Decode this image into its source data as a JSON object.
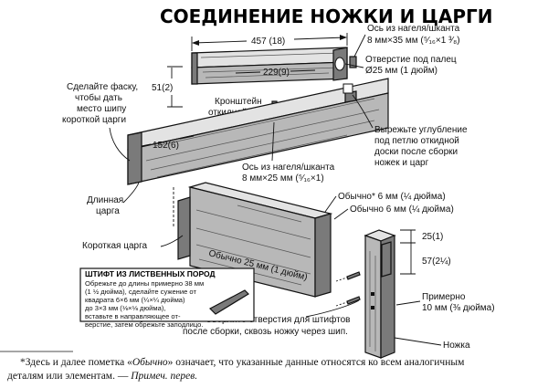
{
  "title": "СОЕДИНЕНИЕ НОЖКИ И ЦАРГИ",
  "labels": {
    "dim_457": "457 (18)",
    "dowel_axis_top_1": "Ось из нагеля/шканта",
    "dowel_axis_top_2": "8 мм×35 мм (⁵⁄₁₆×1 ³⁄₈)",
    "hole_1": "Отверстие под палец",
    "hole_2": "Ø25 мм (1 дюйм)",
    "dim_229": "229(9)",
    "dim_51": "51(2)",
    "bracket_1": "Кронштейн",
    "bracket_2": "откидной доски",
    "chamfer_1": "Сделайте фаску,",
    "chamfer_2": "чтобы дать",
    "chamfer_3": "место шипу",
    "chamfer_4": "короткой царги",
    "dim_152": "152(6)",
    "recess_1": "Вырежьте углубление",
    "recess_2": "под петлю откидной",
    "recess_3": "доски после сборки",
    "recess_4": "ножек и царг",
    "dowel_axis_mid_1": "Ось из нагеля/шканта",
    "dowel_axis_mid_2": "8 мм×25 мм (⁵⁄₁₆×1)",
    "long_apron_1": "Длинная",
    "long_apron_2": "царга",
    "usually_6_star": "Обычно* 6 мм (¼ дюйма)",
    "usually_6": "Обычно 6 мм (¼ дюйма)",
    "short_apron": "Короткая царга",
    "usually_25": "Обычно 25 мм (1 дюйм)",
    "dim_25": "25(1)",
    "dim_57": "57(2¼)",
    "approx_1": "Примерно",
    "approx_2": "10 мм (⅜ дюйма)",
    "drill_1": "Сверлите отверстия для штифтов",
    "drill_2": "после сборки, сквозь ножку через шип.",
    "leg": "Ножка"
  },
  "box": {
    "title": "ШТИФТ ИЗ ЛИСТВЕННЫХ ПОРОД",
    "lines": [
      "Обрежьте до длины примерно 38 мм",
      "(1 ½ дюйма), сделайте сужение от",
      "квадрата 6×6 мм (¼×¼ дюйма)",
      "до 3×3 мм (⅛×⅛ дюйма),",
      "вставьте в направляющее от-",
      "верстие, затем обрежьте заподлицо."
    ]
  },
  "footnote": {
    "line1_a": "*Здесь и далее пометка «",
    "line1_italic": "Обычно",
    "line1_b": "» означает, что указанные данные относятся ко всем аналогичным",
    "line2_a": "деталям или элементам. — ",
    "line2_italic": "Примеч. перев."
  }
}
